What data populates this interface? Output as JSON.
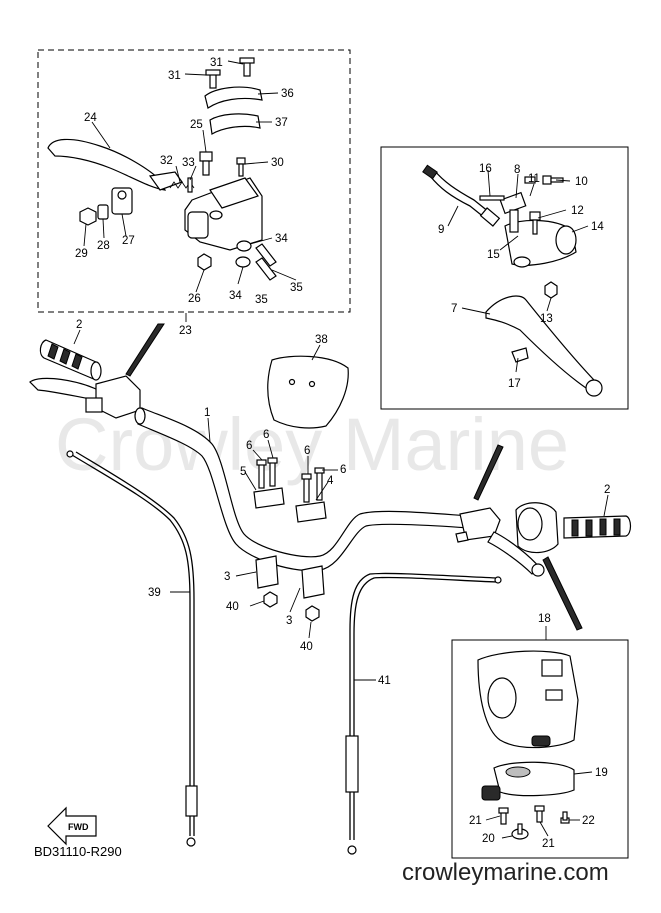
{
  "watermark": "Crowley Marine",
  "brand_url": "crowleymarine.com",
  "diagram_code": "BD31110-R290",
  "fwd_label": "FWD",
  "callouts": {
    "n1": "1",
    "n2a": "2",
    "n2b": "2",
    "n3a": "3",
    "n3b": "3",
    "n4": "4",
    "n5": "5",
    "n6a": "6",
    "n6b": "6",
    "n6c": "6",
    "n6d": "6",
    "n7": "7",
    "n8": "8",
    "n9": "9",
    "n10": "10",
    "n11": "11",
    "n12": "12",
    "n13": "13",
    "n14": "14",
    "n15": "15",
    "n16": "16",
    "n17": "17",
    "n18": "18",
    "n19": "19",
    "n20": "20",
    "n21a": "21",
    "n21b": "21",
    "n22": "22",
    "n23": "23",
    "n24": "24",
    "n25": "25",
    "n26": "26",
    "n27": "27",
    "n28": "28",
    "n29": "29",
    "n30": "30",
    "n31a": "31",
    "n31b": "31",
    "n32": "32",
    "n33": "33",
    "n34a": "34",
    "n34b": "34",
    "n35a": "35",
    "n35b": "35",
    "n36": "36",
    "n37": "37",
    "n38": "38",
    "n39": "39",
    "n40a": "40",
    "n40b": "40",
    "n41": "41"
  }
}
